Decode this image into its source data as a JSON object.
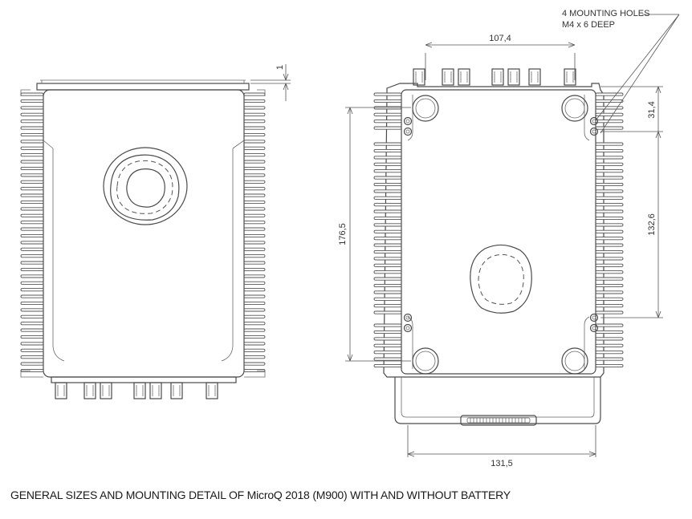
{
  "callout": {
    "line1": "4 MOUNTING HOLES",
    "line2": "M4 x 6 DEEP"
  },
  "dimensions": {
    "top_width": "107,4",
    "bottom_width": "131,5",
    "height": "176,5",
    "hole_spacing": "132,6",
    "top_offset": "31,4",
    "lid_step": "1"
  },
  "caption": "GENERAL SIZES AND MOUNTING DETAIL OF MicroQ 2018 (M900) WITH AND WITHOUT BATTERY"
}
